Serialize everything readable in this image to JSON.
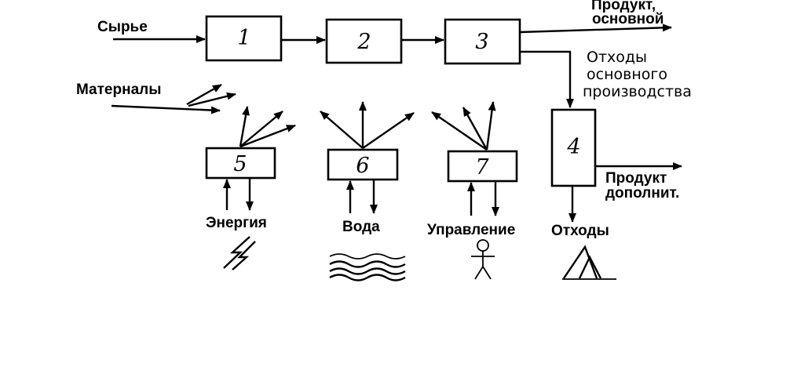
{
  "inputs": {
    "raw": "Сырье",
    "materials": "Матерналы",
    "energy": "Энергия",
    "water": "Вода",
    "control": "Управление"
  },
  "outputs": {
    "main_product_line1": "Продукт,",
    "main_product_line2": "основной",
    "main_waste_line1": "Отходы",
    "main_waste_line2": "основного",
    "main_waste_line3": "производства",
    "extra_product_line1": "Продукт",
    "extra_product_line2": "дополнит.",
    "waste": "Отходы"
  },
  "blocks": {
    "b1": "1",
    "b2": "2",
    "b3": "3",
    "b4": "4",
    "b5": "5",
    "b6": "6",
    "b7": "7"
  },
  "icons": {
    "energy": "lightning-icon",
    "water": "waves-icon",
    "control": "person-icon",
    "waste": "waste-pile-icon"
  }
}
